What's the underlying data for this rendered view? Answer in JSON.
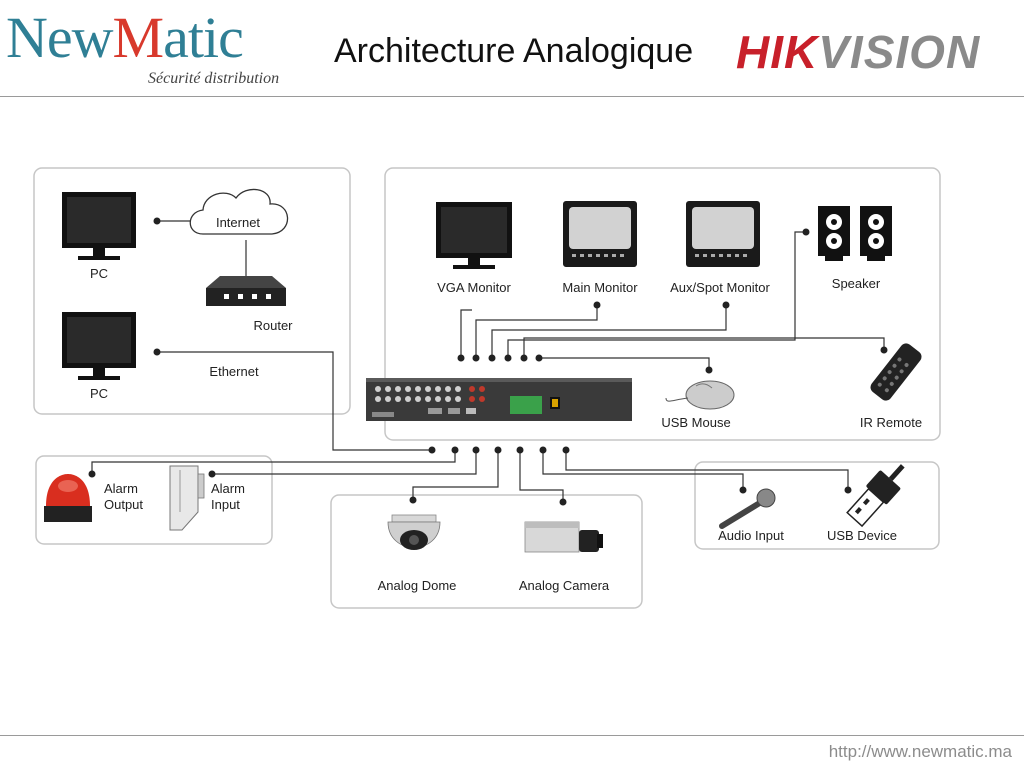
{
  "header": {
    "logo": {
      "part1": "New",
      "part2": "M",
      "part3": "atic",
      "tagline": "Sécurité distribution"
    },
    "title": "Architecture Analogique",
    "brand": {
      "part1": "HIK",
      "part2": "VISION"
    }
  },
  "labels": {
    "pc_top": "PC",
    "internet": "Internet",
    "router": "Router",
    "ethernet": "Ethernet",
    "pc_bottom": "PC",
    "vga_monitor": "VGA Monitor",
    "main_monitor": "Main Monitor",
    "aux_monitor": "Aux/Spot Monitor",
    "speaker": "Speaker",
    "usb_mouse": "USB Mouse",
    "ir_remote": "IR Remote",
    "alarm_output_1": "Alarm",
    "alarm_output_2": "Output",
    "alarm_input_1": "Alarm",
    "alarm_input_2": "Input",
    "analog_dome": "Analog Dome",
    "analog_camera": "Analog Camera",
    "audio_input": "Audio Input",
    "usb_device": "USB Device"
  },
  "footer": {
    "url": "http://www.newmatic.ma"
  }
}
